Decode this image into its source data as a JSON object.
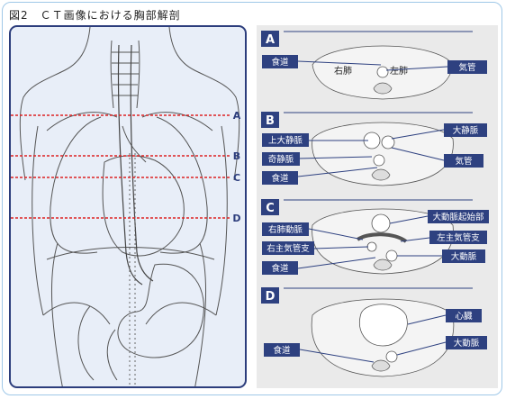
{
  "title": "図2　ＣＴ画像における胸部解剖",
  "levels": [
    "A",
    "B",
    "C",
    "D"
  ],
  "sections": [
    {
      "letter": "A",
      "labels": [
        "食道",
        "右肺",
        "左肺",
        "気管"
      ]
    },
    {
      "letter": "B",
      "labels": [
        "上大静脈",
        "奇静脈",
        "食道",
        "大静脈",
        "気管"
      ]
    },
    {
      "letter": "C",
      "labels": [
        "右肺動脈",
        "右主気管支",
        "食道",
        "大動脈起始部",
        "左主気管支",
        "大動脈"
      ]
    },
    {
      "letter": "D",
      "labels": [
        "食道",
        "心臓",
        "大動脈"
      ]
    }
  ],
  "colors": {
    "panel_border": "#2c3d7c",
    "label_box": "#2e4180",
    "level_line": "#dd2222",
    "panel_bg": "#e8eef8",
    "ct_bg": "#eaeaea"
  }
}
